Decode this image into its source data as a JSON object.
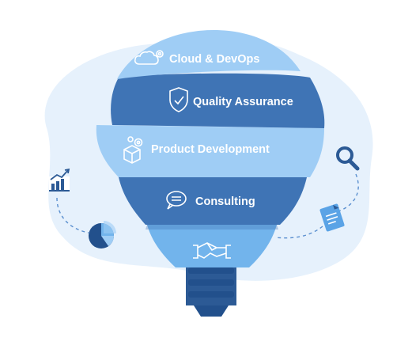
{
  "bulb": {
    "bands": [
      {
        "label": "Cloud & DevOps",
        "icon": "cloud-gear-icon",
        "color": "#9fcdf5"
      },
      {
        "label": "Quality Assurance",
        "icon": "shield-check-icon",
        "color": "#3f74b5"
      },
      {
        "label": "Product Development",
        "icon": "box-gears-icon",
        "color": "#9fcdf5"
      },
      {
        "label": "Consulting",
        "icon": "speech-bubble-icon",
        "color": "#3f74b5"
      },
      {
        "label": "",
        "icon": "handshake-icon",
        "color": "#72b4ec"
      }
    ]
  },
  "decorations": [
    "growth-chart-icon",
    "pie-chart-icon",
    "magnifier-icon",
    "document-icon"
  ],
  "colors": {
    "blob": "#e6f1fc",
    "dark": "#2f5d9a",
    "light": "#9fcdf5",
    "mid": "#72b4ec",
    "base": "#22508c"
  }
}
